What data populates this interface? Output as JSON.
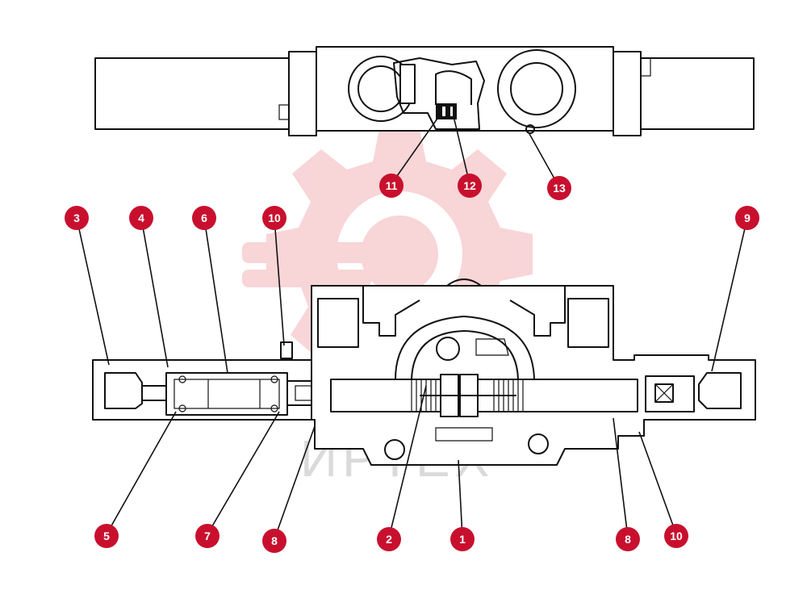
{
  "watermark": {
    "text": "ИРТЕХ"
  },
  "colors": {
    "callout": "#c8102e",
    "watermark_gear": "#f3b3b8",
    "ink": "#111111"
  },
  "callouts": {
    "n1": "1",
    "n2": "2",
    "n3": "3",
    "n4": "4",
    "n5": "5",
    "n6": "6",
    "n7": "7",
    "n8a": "8",
    "n8b": "8",
    "n9": "9",
    "n10a": "10",
    "n10b": "10",
    "n11": "11",
    "n12": "12",
    "n13": "13"
  }
}
